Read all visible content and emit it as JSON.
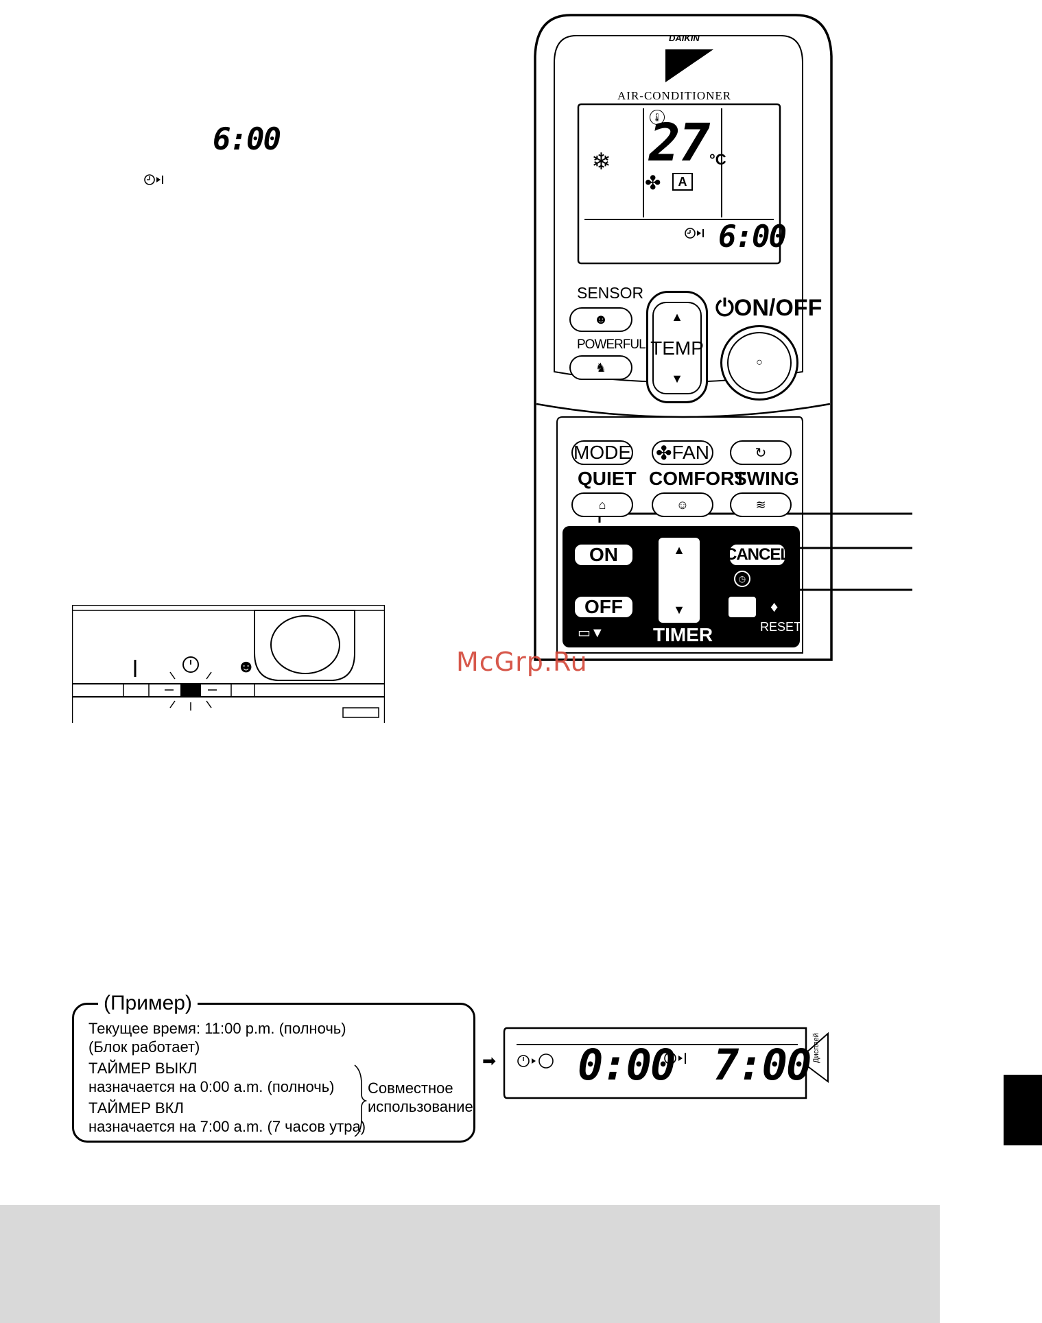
{
  "side": {
    "time": "6:00",
    "timer_icon": "timer-off-icon"
  },
  "remote": {
    "brand": "DAIKIN",
    "model": "AIR-CONDITIONER",
    "display": {
      "temperature": "27",
      "unit": "°C",
      "mode_icon": "snowflake-icon",
      "fan_icon": "fan-icon",
      "fan_mode": "A",
      "timer_time": "6:00"
    },
    "buttons": {
      "sensor": "SENSOR",
      "powerful": "POWERFUL",
      "temp": "TEMP",
      "on_off": "ON/OFF",
      "mode": "MODE",
      "fan": "FAN",
      "quiet": "QUIET",
      "comfort": "COMFORT",
      "swing": "SWING",
      "timer_on": "ON",
      "timer_off": "OFF",
      "cancel": "CANCEL",
      "timer": "TIMER",
      "reset": "RESET"
    }
  },
  "watermark": "McGrp.Ru",
  "example": {
    "title": "(Пример)",
    "lines": [
      "Текущее время: 11:00 p.m. (полночь)",
      "(Блок работает)",
      "ТАЙМЕР ВЫКЛ",
      "назначается на 0:00 a.m. (полночь)",
      "ТАЙМЕР ВКЛ",
      "назначается на 7:00 a.m. (7 часов утра)"
    ],
    "joint_1": "Совместное",
    "joint_2": "использование"
  },
  "display2": {
    "off_time": "0:00",
    "on_time": "7:00",
    "tag": "Дисплей"
  },
  "colors": {
    "watermark": "#d44a3c",
    "footer_band": "#d9d9d9",
    "ink": "#000000"
  }
}
